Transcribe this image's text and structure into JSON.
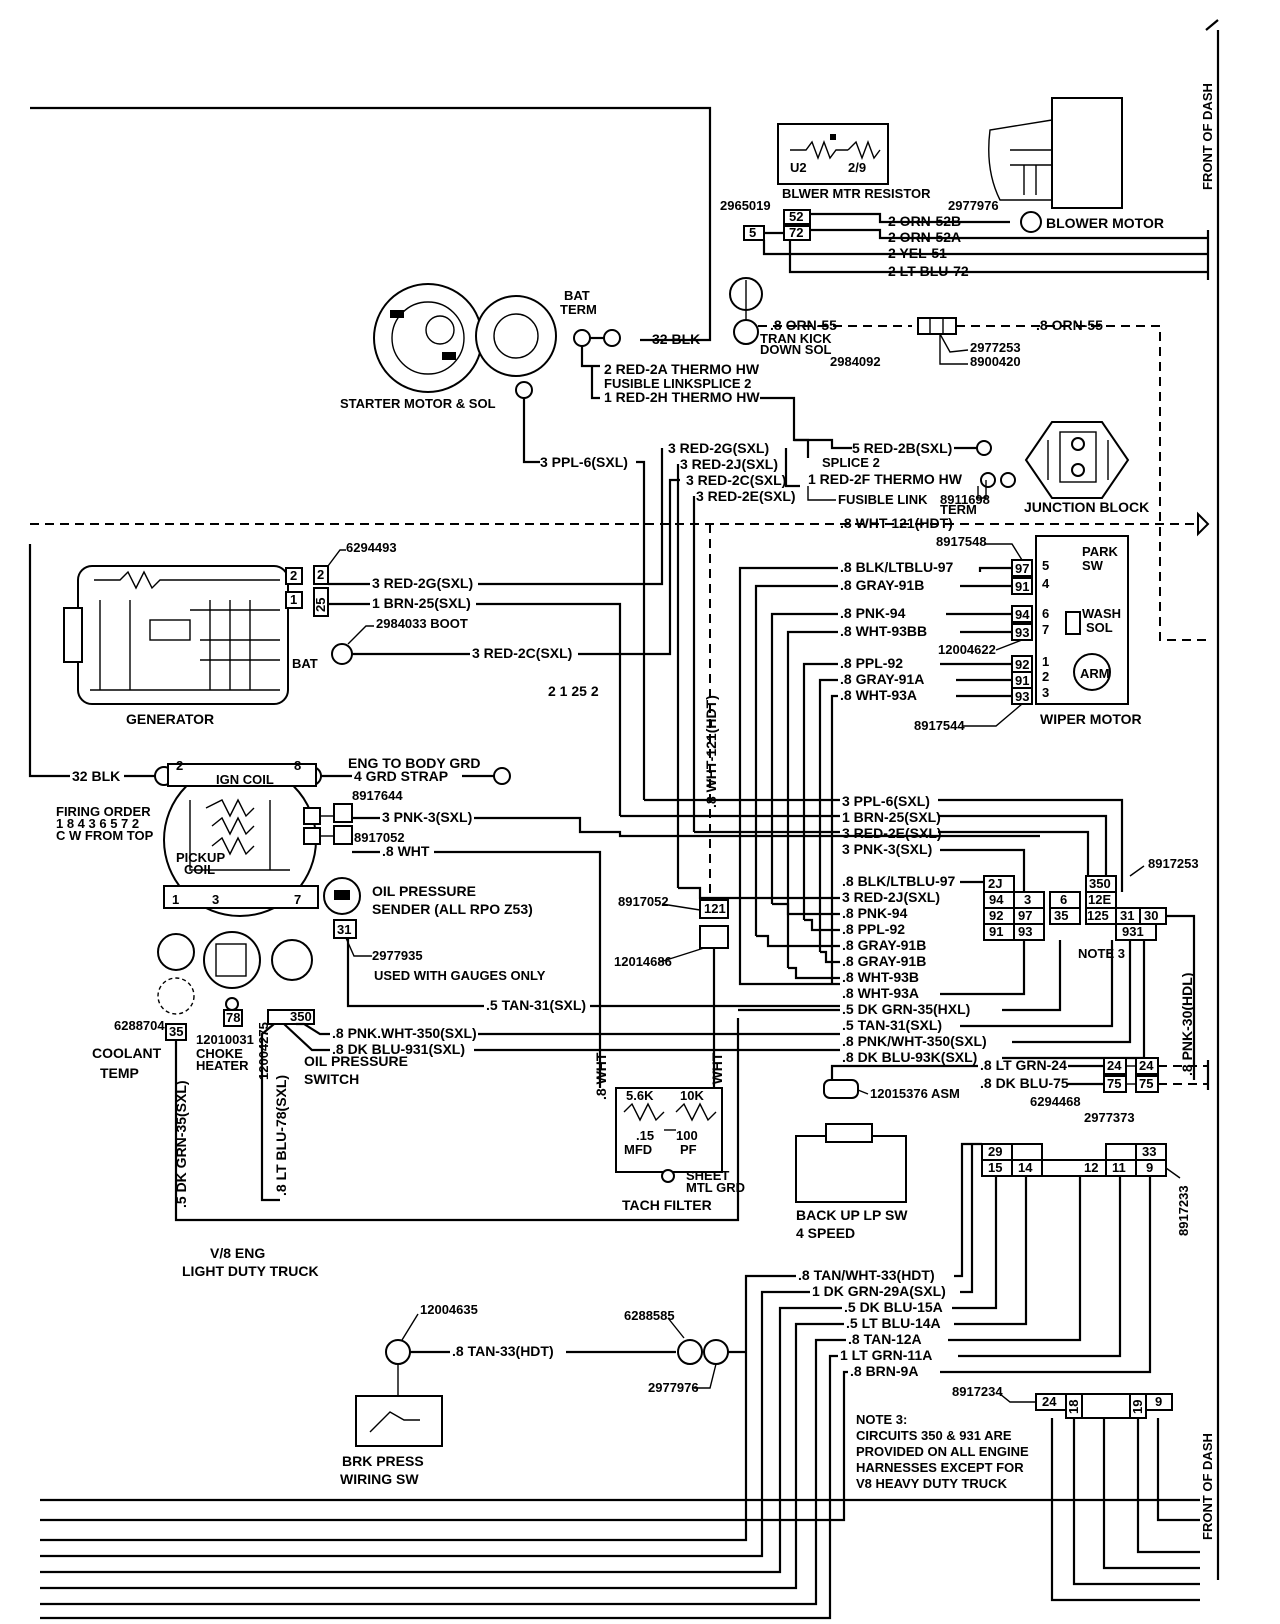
{
  "components": {
    "front_of_dash_top": "FRONT OF DASH",
    "front_of_dash_bottom": "FRONT OF DASH",
    "blower_resistor": "BLWER MTR RESISTOR",
    "blower_resistor_part": "2965019",
    "resistor_inner": [
      "U2",
      "2/9"
    ],
    "blower_motor": "BLOWER MOTOR",
    "blower_motor_part": "2977976",
    "bat_term": [
      "BAT",
      "TERM"
    ],
    "starter": "STARTER MOTOR & SOL",
    "tran_kick": [
      "TRAN KICK",
      "DOWN SOL"
    ],
    "tran_kick_part": "2984092",
    "conn_2977253": "2977253",
    "conn_8900420": "8900420",
    "junction_block": "JUNCTION BLOCK",
    "generator": "GENERATOR",
    "gen_bat": "BAT",
    "gen_conn_part": "6294493",
    "gen_boot": "2984033 BOOT",
    "park_sw": [
      "PARK",
      "SW"
    ],
    "wash_sol": [
      "WASH",
      "SOL"
    ],
    "arm": "ARM",
    "wiper_motor": "WIPER MOTOR",
    "wiper_parts": [
      "8917548",
      "12004622",
      "8917544"
    ],
    "eng_body_grd": "ENG TO BODY GRD",
    "ign_coil": "IGN COIL",
    "pickup_coil": [
      "PICKUP",
      "COIL"
    ],
    "dist_part_1": "8917644",
    "dist_part_2": "8917052",
    "firing_order": [
      "FIRING ORDER",
      "1 8 4 3 6 5 7 2",
      "C W FROM TOP"
    ],
    "oil_sender": [
      "OIL PRESSURE",
      "SENDER (ALL RPO Z53)"
    ],
    "oil_sender_part": "2977935",
    "gauges_only": "USED WITH GAUGES ONLY",
    "coolant_temp": [
      "COOLANT",
      "TEMP"
    ],
    "coolant_part": "6288704",
    "choke_heater": [
      "CHOKE",
      "HEATER"
    ],
    "choke_part": "12010031",
    "oil_switch": [
      "OIL PRESSURE",
      "SWITCH"
    ],
    "oil_switch_part": "12004275",
    "code_212": "2 1 25 2",
    "tach_conn_part": "8917052",
    "tach_conn2_part": "12014686",
    "tach_filter": "TACH FILTER",
    "tach_values": [
      "5.6K",
      "10K",
      ".15",
      "MFD",
      "100",
      "PF"
    ],
    "sheet_mtl_grd": [
      "SHEET",
      "MTL GRD"
    ],
    "bulkhead_part": "8917253",
    "note3_label": "NOTE 3",
    "backup_sw": [
      "BACK UP LP SW",
      "4 SPEED"
    ],
    "backup_conn_part": "6294468",
    "backup_asm": "12015376 ASM",
    "backup_conn2_part": "2977373",
    "backup_lower_part": "8917233",
    "v8_eng": [
      "V/8 ENG",
      "LIGHT DUTY TRUCK"
    ],
    "brk_sw": [
      "BRK PRESS",
      "WIRING SW"
    ],
    "brk_part": "12004635",
    "brk_conn_parts": [
      "6288585",
      "2977976"
    ],
    "bottom_conn_part": "8917234",
    "note3_text": [
      "NOTE 3:",
      "CIRCUITS 350 & 931 ARE",
      "PROVIDED ON ALL ENGINE",
      "HARNESSES EXCEPT FOR",
      "V8 HEAVY DUTY TRUCK"
    ],
    "fusible_1": "FUSIBLE LINKSPLICE 2",
    "splice_2": "SPLICE 2",
    "fusible_2": "FUSIBLE LINK",
    "term_part": "8911698",
    "term_label": "TERM"
  },
  "wires": {
    "orn_52b": "2 ORN-52B",
    "orn_52a": "2 ORN-52A",
    "yel_51": "2 YEL-51",
    "ltblu_72": "2 LT BLU-72",
    "orn_55_a": ".8 ORN-55",
    "orn_55_b": ".8 ORN-55",
    "blk_32_top": "32 BLK",
    "red_2a": "2 RED-2A THERMO HW",
    "red_2h": "1 RED-2H THERMO HW",
    "ppl_6": "3 PPL-6(SXL)",
    "red_2g": "3 RED-2G(SXL)",
    "red_2j": "3 RED-2J(SXL)",
    "red_2c": "3 RED-2C(SXL)",
    "red_2e": "3 RED-2E(SXL)",
    "red_2b": "5 RED-2B(SXL)",
    "red_2f": "1 RED-2F THERMO HW",
    "wht_121": ".8 WHT-121(HDT)",
    "gen_red_2g": "3 RED-2G(SXL)",
    "gen_brn_25": "1 BRN-25(SXL)",
    "gen_red_2c": "3 RED-2C(SXL)",
    "wiper_97": ".8 BLK/LTBLU-97",
    "wiper_91b": ".8 GRAY-91B",
    "wiper_94": ".8 PNK-94",
    "wiper_93bb": ".8 WHT-93BB",
    "wiper_92": ".8 PPL-92",
    "wiper_91a": ".8 GRAY-91A",
    "wiper_93a": ".8 WHT-93A",
    "vert_wht_121": ".8 WHT-121(HDT)",
    "blk_32_left": "32 BLK",
    "grd_strap": "4 GRD STRAP",
    "pnk_3": "3 PNK-3(SXL)",
    "dist_wht": ".8 WHT",
    "bh_ppl_6": "3 PPL-6(SXL)",
    "bh_brn_25": "1 BRN-25(SXL)",
    "bh_red_2e": "3 RED-2E(SXL)",
    "bh_pnk_3": "3 PNK-3(SXL)",
    "bh_97": ".8 BLK/LTBLU-97",
    "bh_red_2j": "3 RED-2J(SXL)",
    "bh_94": ".8 PNK-94",
    "bh_92": ".8 PPL-92",
    "bh_91b_1": ".8 GRAY-91B",
    "bh_91b_2": ".8 GRAY-91B",
    "bh_93b": ".8 WHT-93B",
    "bh_93a": ".8 WHT-93A",
    "bh_35": ".5 DK GRN-35(HXL)",
    "bh_31": ".5 TAN-31(SXL)",
    "bh_350": ".8 PNK/WHT-350(SXL)",
    "bh_93k": ".8 DK BLU-93K(SXL)",
    "tan_31_left": ".5 TAN-31(SXL)",
    "pnk_wht_350_left": ".8 PNK.WHT-350(SXL)",
    "dk_blu_931": ".8 DK BLU-931(SXL)",
    "dk_grn_35_vert": ".5 DK GRN-35(SXL)",
    "lt_blu_78": ".8 LT BLU-78(SXL)",
    "tach_wht_l": ".8 WHT",
    "tach_wht_r": ".8 WHT",
    "pnk_30": ".8 PNK-30(HDL)",
    "lt_grn_24": ".8 LT GRN-24",
    "dk_blu_75": ".8 DK BLU-75",
    "tan_wht_33": ".8 TAN/WHT-33(HDT)",
    "dk_grn_29a": "1 DK GRN-29A(SXL)",
    "dk_blu_15a": ".5 DK BLU-15A",
    "lt_blu_14a": ".5 LT BLU-14A",
    "tan_12a": ".8 TAN-12A",
    "lt_grn_11a": "1 LT GRN-11A",
    "brn_9a": ".8 BRN-9A",
    "tan_33": ".8 TAN-33(HDT)"
  },
  "connectors": {
    "resistor": [
      "5",
      "52",
      "72"
    ],
    "generator": [
      "2",
      "1",
      "2",
      "25"
    ],
    "wiper": [
      "97",
      "91",
      "94",
      "93",
      "92",
      "91",
      "93"
    ],
    "wiper_pins": [
      "5",
      "4",
      "6",
      "7",
      "1",
      "2",
      "3"
    ],
    "bulkhead_row1": [
      "2J",
      "350"
    ],
    "bulkhead_row2": [
      "94",
      "3",
      "6",
      "12E"
    ],
    "bulkhead_row3": [
      "92",
      "97",
      "35",
      "125",
      "31",
      "30"
    ],
    "bulkhead_row4": [
      "91",
      "93",
      "931"
    ],
    "dist_top": [
      "2",
      "8"
    ],
    "dist_bottom": [
      "1",
      "3",
      "7"
    ],
    "sender": "31",
    "choke": "78",
    "oil_sw": "350",
    "coolant": "35",
    "tach": "121",
    "backup": [
      "24",
      "75",
      "24",
      "75"
    ],
    "lower_top": [
      "29",
      "33"
    ],
    "lower_bottom": [
      "15",
      "14",
      "12",
      "11",
      "9"
    ],
    "bottom": [
      "24",
      "18",
      "19",
      "9"
    ]
  }
}
